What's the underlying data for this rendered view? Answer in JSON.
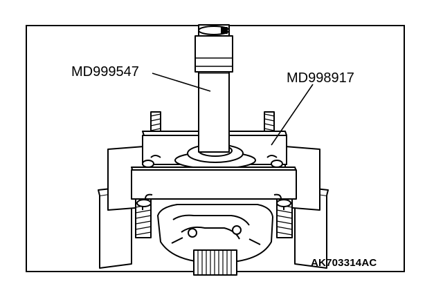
{
  "labels": {
    "tool_left": "MD999547",
    "tool_right": "MD998917"
  },
  "figure_id": "AK703314AC",
  "colors": {
    "line": "#000000",
    "background": "#ffffff"
  }
}
